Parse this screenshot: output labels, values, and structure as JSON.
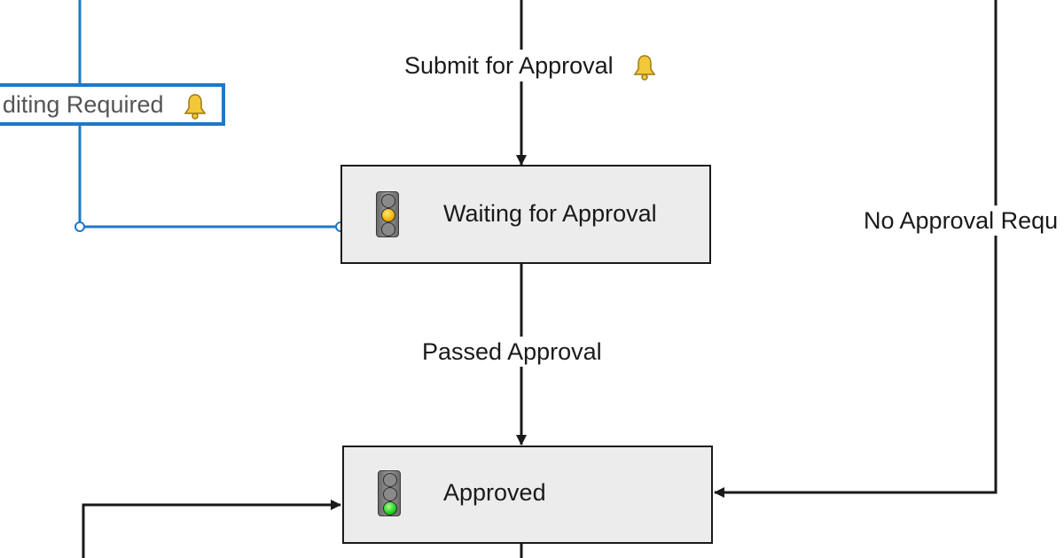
{
  "states": {
    "waiting": {
      "label": "Waiting for Approval",
      "light": "yellow"
    },
    "approved": {
      "label": "Approved",
      "light": "green"
    }
  },
  "transitions": {
    "submit": {
      "label": "Submit for Approval",
      "icon": "bell-icon"
    },
    "passed": {
      "label": "Passed Approval"
    },
    "no_approval": {
      "label": "No Approval Requ"
    },
    "editing": {
      "label": "diting Required",
      "icon": "bell-icon"
    }
  },
  "colors": {
    "connector": "#1a1a1a",
    "selection": "#1f78c8",
    "node_fill": "#ececec",
    "lamp_yellow": "#f2b400",
    "lamp_green": "#1fcf1f"
  }
}
